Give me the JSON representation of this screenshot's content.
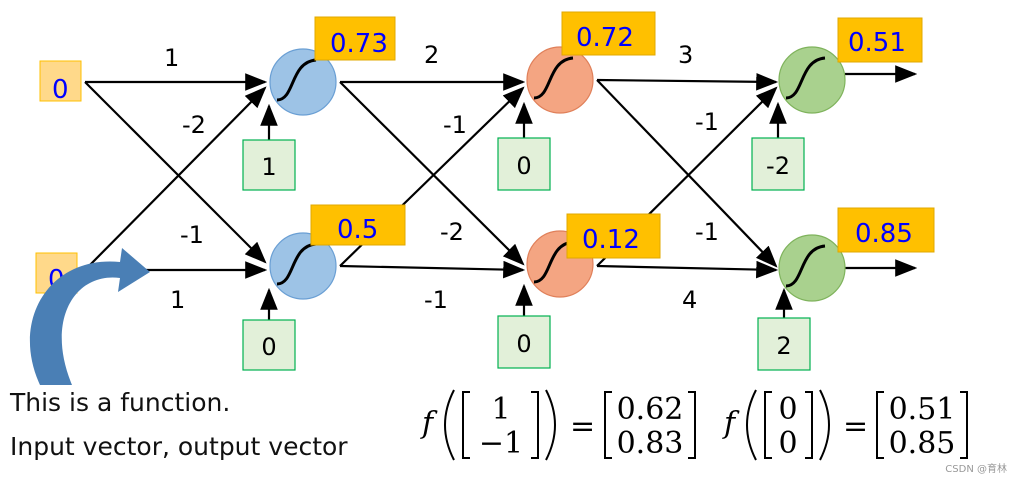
{
  "colors": {
    "layer1": "#9dc3e6",
    "layer2": "#f4a582",
    "layer3": "#a9d18e",
    "output_box": "#ffc000",
    "bias_box": "#e2f0d9",
    "input_box": "#ffd98a",
    "value_text": "#0000ff",
    "curved_arrow": "#4a7fb5"
  },
  "inputs": [
    "0",
    "0"
  ],
  "layers": [
    {
      "outputs": [
        "0.73",
        "0.5"
      ],
      "biases": [
        "1",
        "0"
      ],
      "weights": [
        "1",
        "-2",
        "-1",
        "1"
      ]
    },
    {
      "outputs": [
        "0.72",
        "0.12"
      ],
      "biases": [
        "0",
        "0"
      ],
      "weights": [
        "2",
        "-1",
        "-2",
        "-1"
      ]
    },
    {
      "outputs": [
        "0.51",
        "0.85"
      ],
      "biases": [
        "-2",
        "2"
      ],
      "weights": [
        "3",
        "-1",
        "-1",
        "4"
      ]
    }
  ],
  "captions": [
    "This is a function.",
    "Input vector, output vector"
  ],
  "equations": [
    {
      "f": "f",
      "input": [
        "1",
        "−1"
      ],
      "output": [
        "0.62",
        "0.83"
      ]
    },
    {
      "f": "f",
      "input": [
        "0",
        "0"
      ],
      "output": [
        "0.51",
        "0.85"
      ]
    }
  ],
  "watermark": "CSDN @育林"
}
